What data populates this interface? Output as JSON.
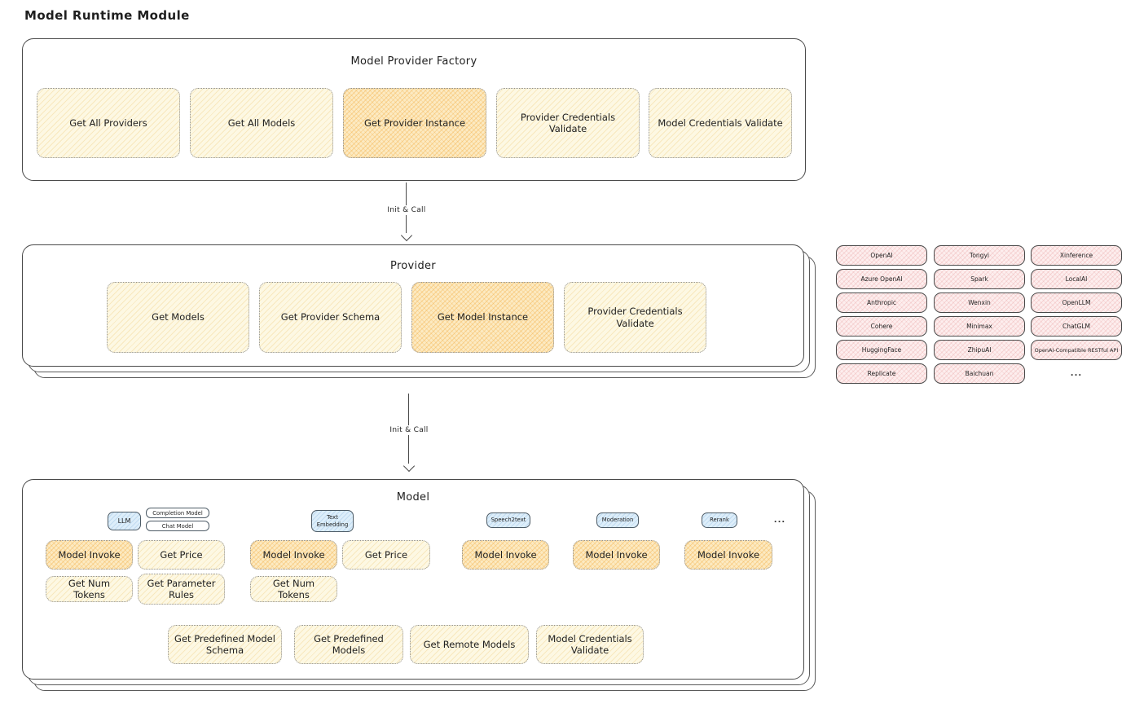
{
  "page": {
    "title": "Model Runtime Module"
  },
  "colors": {
    "yellow_fill": "#fdf8e3",
    "yellow_hatch": "#e9c46a",
    "orange_fill": "#fceac2",
    "orange_hatch": "#f0a028",
    "pink_fill": "#fdeeee",
    "pink_hatch": "#dc7878",
    "blue_fill": "#ddeefa",
    "blue_hatch": "#78aad7",
    "outline": "#4a4a4a"
  },
  "factory": {
    "title": "Model Provider Factory",
    "items": [
      "Get All Providers",
      "Get All Models",
      "Get Provider Instance",
      "Provider Credentials Validate",
      "Model Credentials Validate"
    ]
  },
  "arrows": {
    "first": "Init & Call",
    "second": "Init & Call"
  },
  "provider": {
    "title": "Provider",
    "items": [
      "Get Models",
      "Get Provider Schema",
      "Get Model Instance",
      "Provider Credentials Validate"
    ]
  },
  "vendors": {
    "col1": [
      "OpenAI",
      "Azure OpenAI",
      "Anthropic",
      "Cohere",
      "HuggingFace",
      "Replicate"
    ],
    "col2": [
      "Tongyi",
      "Spark",
      "Wenxin",
      "Minimax",
      "ZhipuAI",
      "Baichuan"
    ],
    "col3": [
      "Xinference",
      "LocalAI",
      "OpenLLM",
      "ChatGLM",
      "OpenAI-Compatible RESTful API"
    ],
    "more": "..."
  },
  "model": {
    "title": "Model",
    "tabs": {
      "llm": "LLM",
      "completion": "Completion Model",
      "chat": "Chat Model",
      "text_embedding": "Text Embedding",
      "speech2text": "Speech2text",
      "moderation": "Moderation",
      "rerank": "Rerank",
      "more": "..."
    },
    "row1": [
      "Model Invoke",
      "Get Price",
      "Model Invoke",
      "Get Price",
      "Model Invoke",
      "Model Invoke",
      "Model Invoke"
    ],
    "row2": [
      "Get Num Tokens",
      "Get Parameter Rules",
      "Get Num Tokens"
    ],
    "bottom": [
      "Get Predefined Model Schema",
      "Get Predefined Models",
      "Get Remote Models",
      "Model Credentials Validate"
    ]
  }
}
